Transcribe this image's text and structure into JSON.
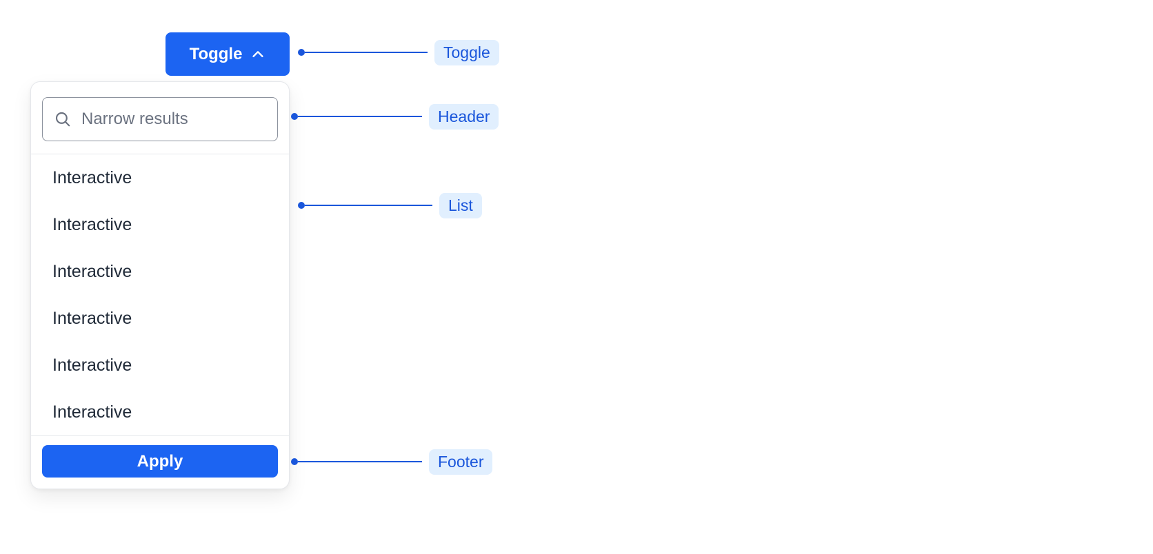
{
  "colors": {
    "accent": "#1C64F2",
    "annotation_text": "#1A56DB",
    "annotation_bg": "#E1EFFE"
  },
  "toggle": {
    "label": "Toggle"
  },
  "dropdown": {
    "search": {
      "placeholder": "Narrow results"
    },
    "items": [
      "Interactive",
      "Interactive",
      "Interactive",
      "Interactive",
      "Interactive",
      "Interactive"
    ],
    "footer": {
      "apply_label": "Apply"
    }
  },
  "annotations": {
    "toggle": "Toggle",
    "header": "Header",
    "list": "List",
    "footer": "Footer"
  }
}
